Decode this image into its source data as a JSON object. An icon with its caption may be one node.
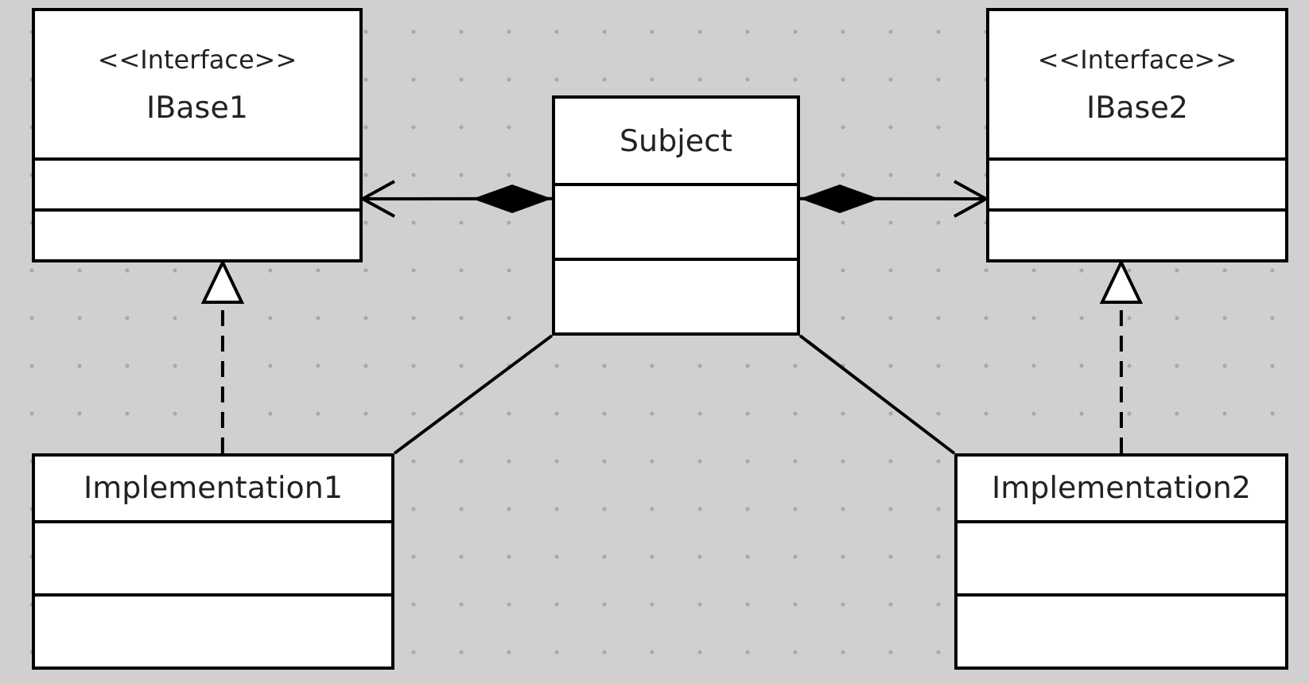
{
  "diagram": {
    "nodes": [
      {
        "text": [
          "<<Interface>>",
          "IBase1"
        ]
      },
      {
        "text": [
          "Subject"
        ]
      },
      {
        "text": [
          "<<Interface>>",
          "IBase2"
        ]
      },
      {
        "text": [
          "Implementation1"
        ]
      },
      {
        "text": [
          "Implementation2"
        ]
      }
    ],
    "edges": [
      {
        "from": 1,
        "to": 0,
        "arrow": "to"
      },
      {
        "from": 1,
        "to": 2,
        "arrow": "to"
      },
      {
        "from": 3,
        "to": 0,
        "arrow": "to",
        "style": "dashed"
      },
      {
        "from": 4,
        "to": 2,
        "arrow": "to",
        "style": "dashed"
      },
      {
        "from": 1,
        "to": 3,
        "arrow": "none"
      },
      {
        "from": 1,
        "to": 4,
        "arrow": "none"
      }
    ]
  }
}
